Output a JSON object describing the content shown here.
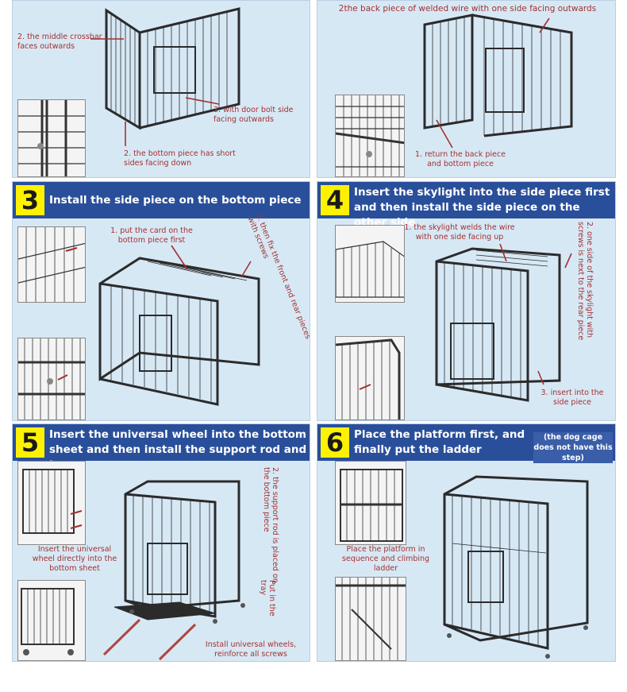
{
  "panels": {
    "p1": {
      "notes": [
        "2. the middle crossbar faces outwards",
        "3. with door bolt side facing outwards",
        "2. the bottom piece has short sides facing down"
      ]
    },
    "p2": {
      "heading": "2the back piece of welded wire with one side facing outwards",
      "notes": [
        "1. return the back piece and bottom piece"
      ]
    },
    "p3": {
      "number": "3",
      "title": "Install the side piece on the bottom piece",
      "notes": [
        "1. put the card on the bottom piece first",
        "2. then fix the front and rear pieces with screws"
      ]
    },
    "p4": {
      "number": "4",
      "title": "Insert the skylight into the side piece first and then install the side piece on the other side",
      "notes": [
        "1. the skylight welds the wire with one side facing up",
        "2. one side of the skylight with screws is next to the rear piece",
        "3. insert into the side piece"
      ]
    },
    "p5": {
      "number": "5",
      "title": "Insert the universal wheel into the bottom sheet and then install the support rod and tray",
      "notes": [
        "Insert the universal wheel directly into the bottom sheet",
        "2. the support rod is placed on the bottom piece",
        "Put in the tray",
        "Install universal wheels, reinforce all screws"
      ]
    },
    "p6": {
      "number": "6",
      "title": "Place the platform first, and finally put the ladder",
      "badge": "(the dog cage does not have this step)",
      "notes": [
        "Place the platform in sequence and climbing ladder"
      ]
    }
  }
}
